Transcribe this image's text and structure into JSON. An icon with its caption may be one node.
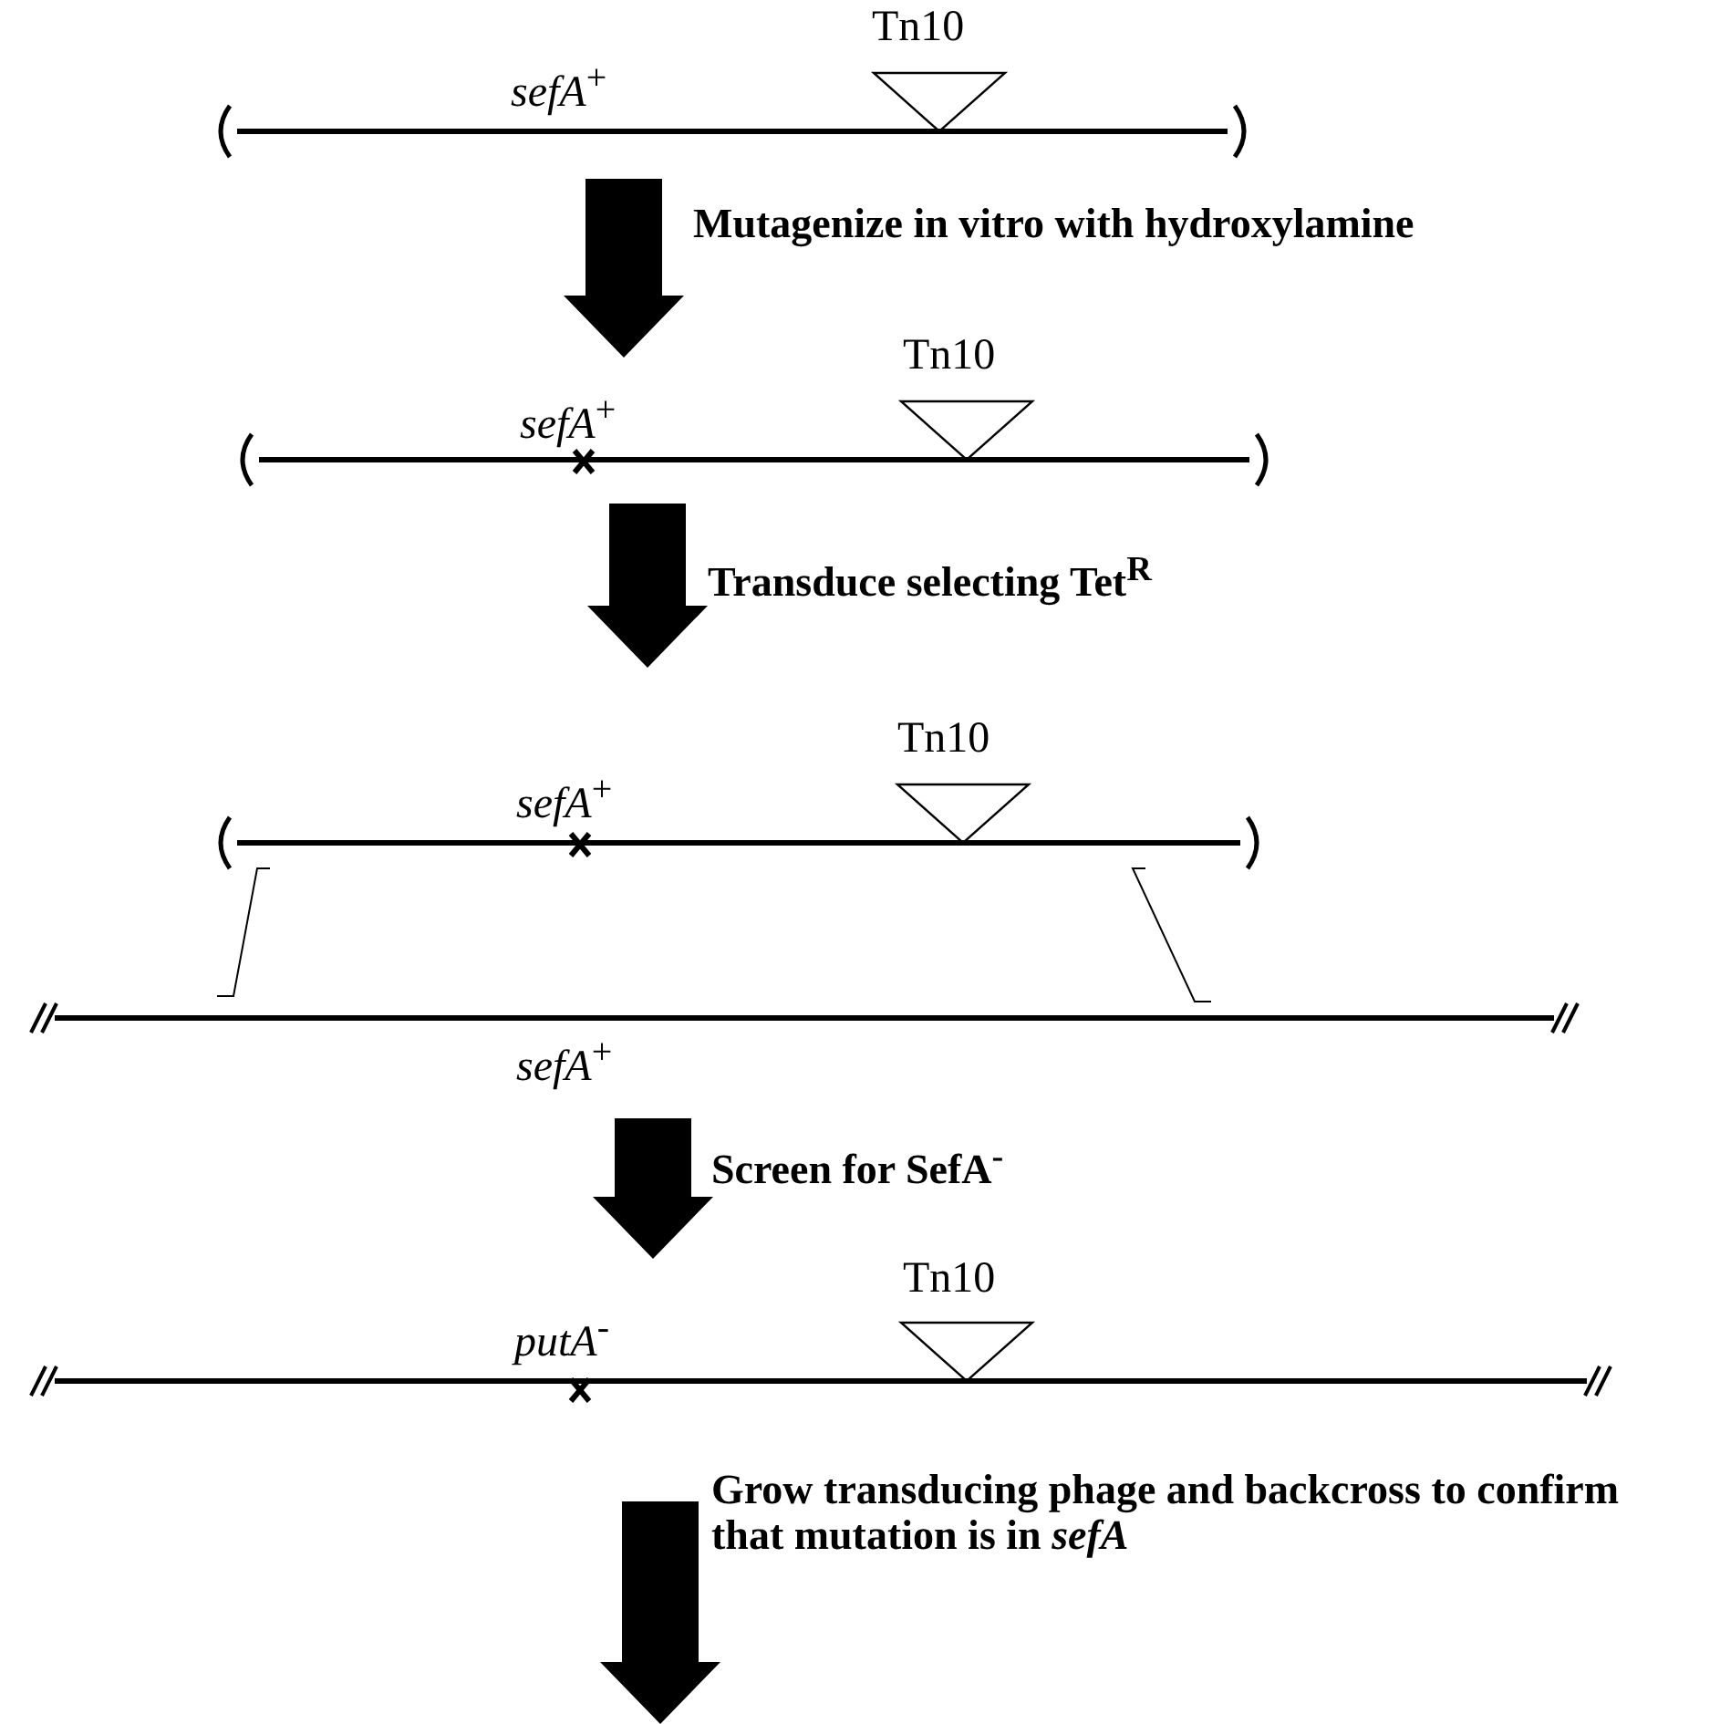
{
  "diagram": {
    "labels": [
      "Tn10",
      "*sefA*$^{+}$",
      "Mutagenize in vitro with hydroxylamine",
      "Tn10",
      "*sefA*$^{+}$",
      "Transduce selecting Tet$^{R}$",
      "Tn10",
      "*sefA*$^{+}$",
      "*sefA*$^{+}$",
      "Screen for SefA$^{-}$",
      "Tn10",
      "*putA*$^{-}$",
      "Grow transducing phage and backcross to confirm that mutation is in *sefA*"
    ]
  }
}
